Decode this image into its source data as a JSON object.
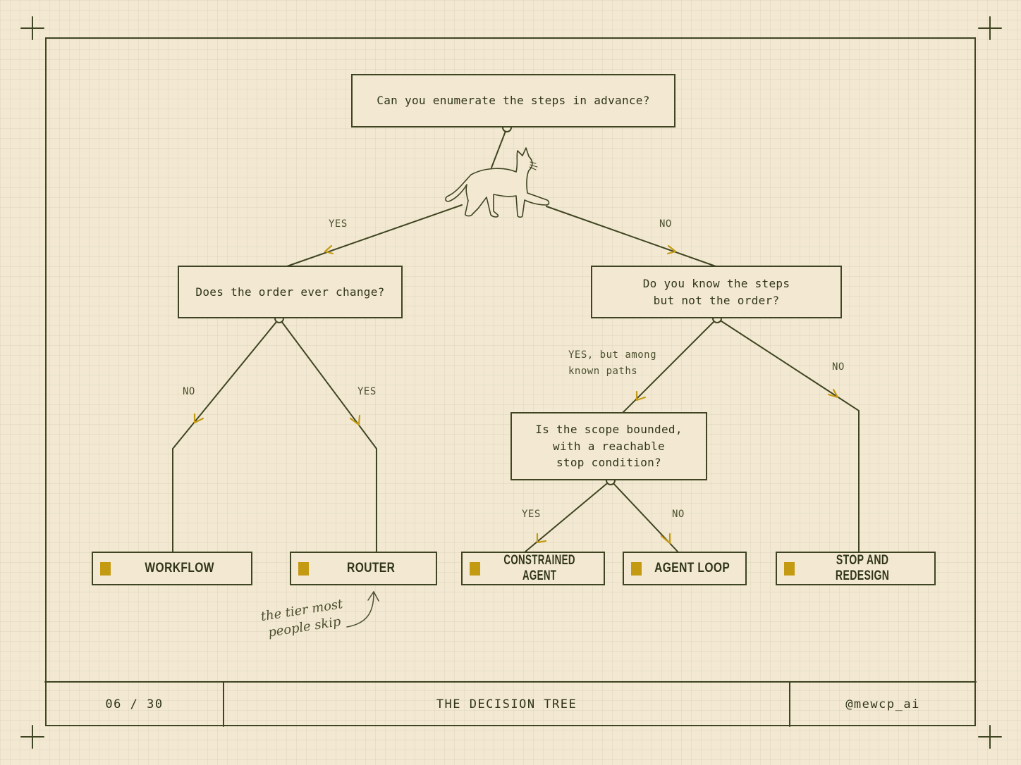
{
  "questions": {
    "q1": "Can you enumerate the steps in advance?",
    "q2": "Does the order ever change?",
    "q3": "Do you know the steps\nbut not the order?",
    "q4": "Is the scope bounded,\nwith a reachable\nstop condition?"
  },
  "edge_labels": {
    "q1_yes": "YES",
    "q1_no": "NO",
    "q2_no": "NO",
    "q2_yes": "YES",
    "q3_yes": "YES, but among\nknown paths",
    "q3_no": "NO",
    "q4_yes": "YES",
    "q4_no": "NO"
  },
  "outcomes": {
    "workflow": "WORKFLOW",
    "router": "ROUTER",
    "constrained_agent": "CONSTRAINED AGENT",
    "agent_loop": "AGENT LOOP",
    "stop_redesign": "STOP AND REDESIGN"
  },
  "annotation": "the tier most\npeople skip",
  "footer": {
    "page": "06 / 30",
    "title": "THE DECISION TREE",
    "handle": "@mewcp_ai"
  },
  "colors": {
    "background": "#f3e9d2",
    "ink": "#3f4522",
    "accent": "#c49a13"
  }
}
